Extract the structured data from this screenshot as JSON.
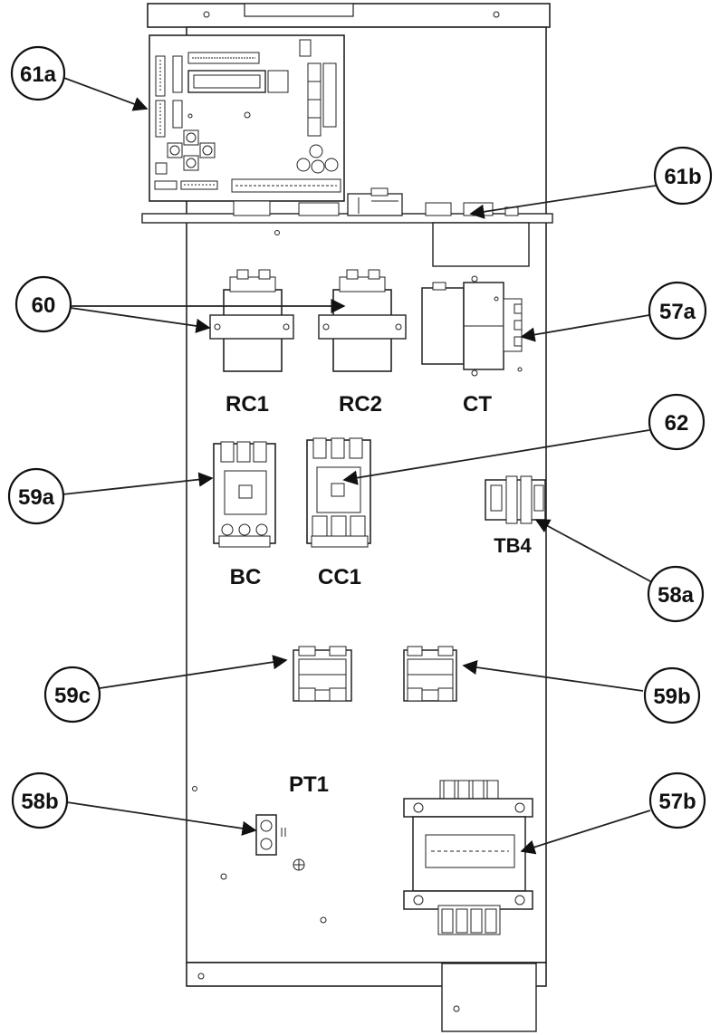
{
  "components": {
    "rc1": "RC1",
    "rc2": "RC2",
    "ct": "CT",
    "bc": "BC",
    "cc1": "CC1",
    "tb4": "TB4",
    "pt1": "PT1"
  },
  "callouts": {
    "c61a": "61a",
    "c61b": "61b",
    "c60": "60",
    "c57a": "57a",
    "c59a": "59a",
    "c62": "62",
    "c58a": "58a",
    "c59c": "59c",
    "c59b": "59b",
    "c58b": "58b",
    "c57b": "57b"
  }
}
